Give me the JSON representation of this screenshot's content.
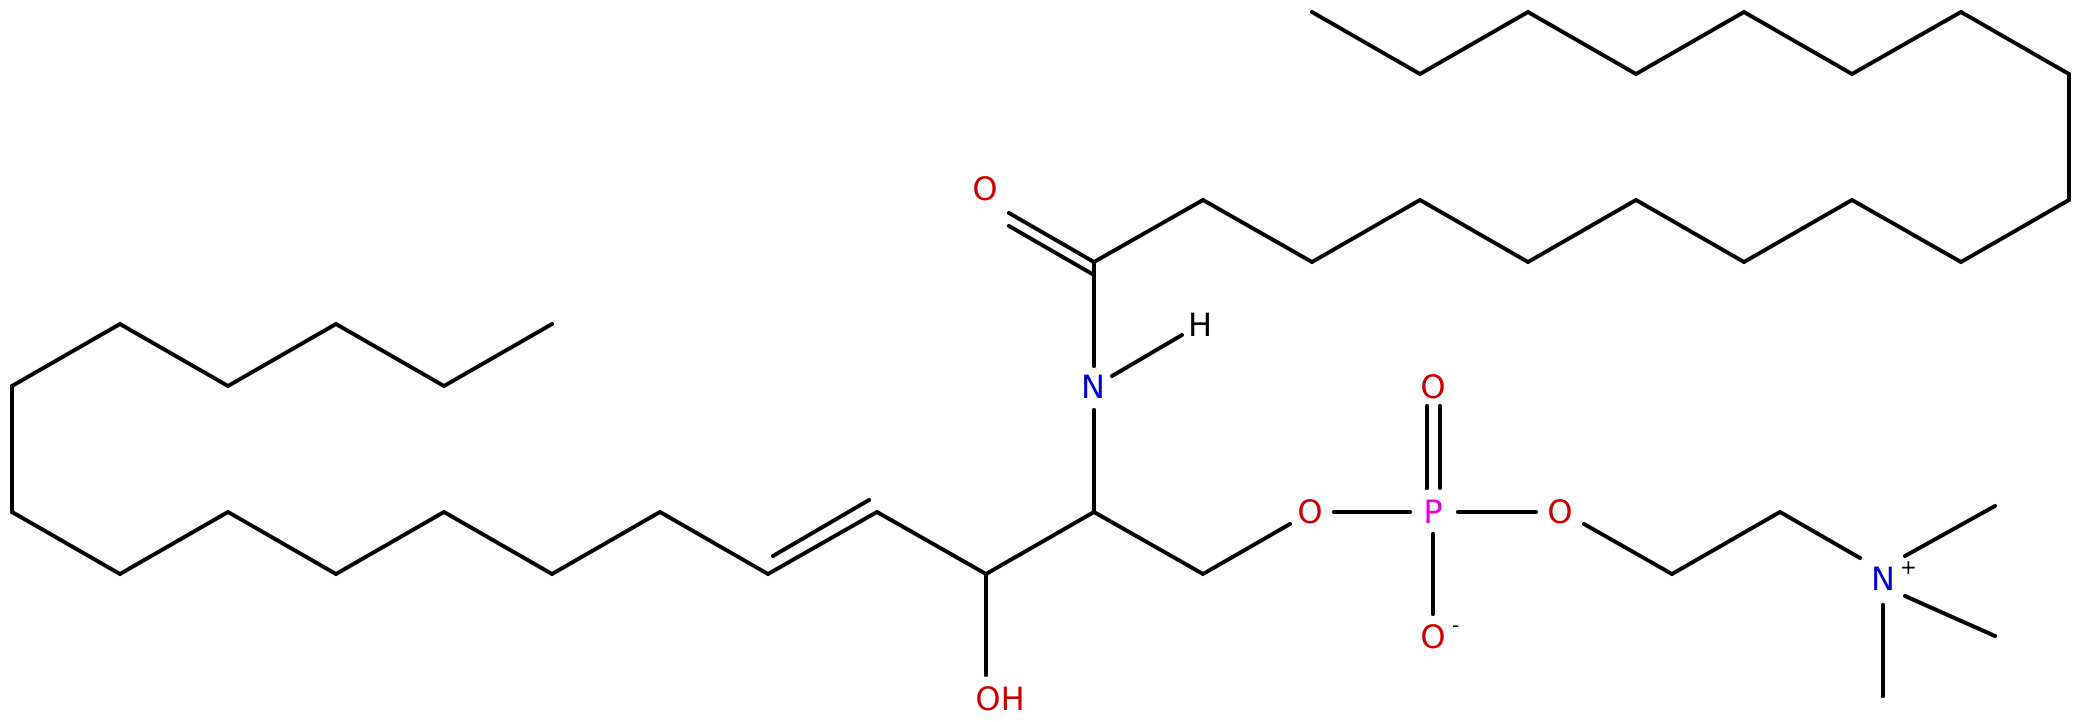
{
  "molecule": {
    "atoms": [
      {
        "id": "o_carbonyl_label",
        "label": "O",
        "color": "#cc0000"
      },
      {
        "id": "n_amide_label",
        "label": "N",
        "color": "#0000cc"
      },
      {
        "id": "h_amide_label",
        "label": "H",
        "color": "#000000"
      },
      {
        "id": "o_phosphoryl_label",
        "label": "O",
        "color": "#cc0000"
      },
      {
        "id": "o_ester_left_label",
        "label": "O",
        "color": "#cc0000"
      },
      {
        "id": "p_label",
        "label": "P",
        "color": "#e000e0"
      },
      {
        "id": "o_ester_right_label",
        "label": "O",
        "color": "#cc0000"
      },
      {
        "id": "o_anion_label",
        "label": "O",
        "color": "#cc0000"
      },
      {
        "id": "oh_label",
        "label": "OH",
        "color": "#cc0000"
      },
      {
        "id": "n_ammonium_label",
        "label": "N",
        "color": "#0000cc"
      }
    ],
    "charges": {
      "ammonium": "+",
      "phosphate_oxygen": "-"
    }
  },
  "colors": {
    "bond": "#000000",
    "oxygen": "#cc0000",
    "nitrogen": "#0000cc",
    "phosphorus": "#e000e0"
  }
}
